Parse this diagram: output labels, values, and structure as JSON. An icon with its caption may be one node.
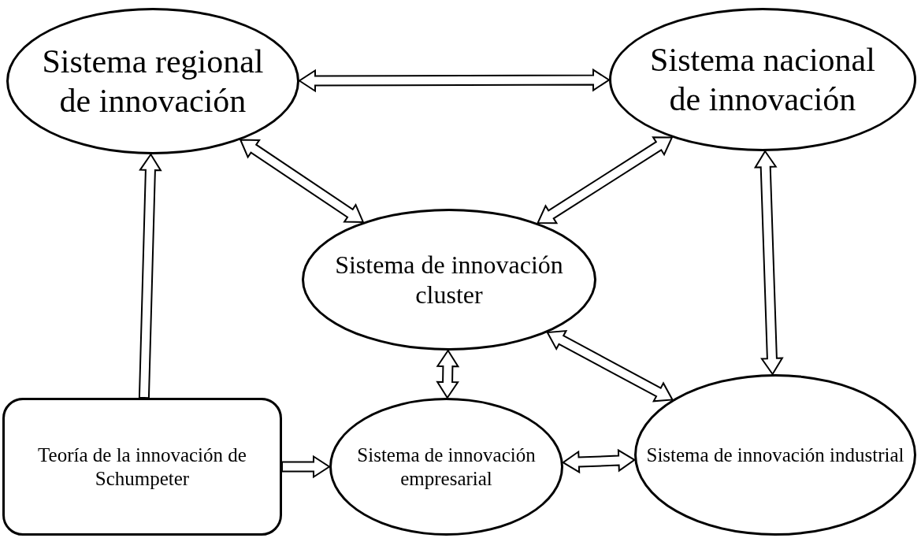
{
  "diagram": {
    "nodes": [
      {
        "text": [
          "Sistema regional de innovación"
        ]
      },
      {
        "text": [
          "Sistema nacional de innovación"
        ]
      },
      {
        "text": [
          "Sistema de innovación cluster"
        ]
      },
      {
        "text": [
          "Teoría de la innovación de Schumpeter"
        ]
      },
      {
        "text": [
          "Sistema de innovación empresarial"
        ]
      },
      {
        "text": [
          "Sistema de innovación industrial"
        ]
      }
    ],
    "edges": [
      {
        "from": 0,
        "to": 1,
        "arrow": "both"
      },
      {
        "from": 0,
        "to": 2,
        "arrow": "both"
      },
      {
        "from": 1,
        "to": 2,
        "arrow": "both"
      },
      {
        "from": 3,
        "to": 0,
        "arrow": "to"
      },
      {
        "from": 1,
        "to": 5,
        "arrow": "both"
      },
      {
        "from": 2,
        "to": 4,
        "arrow": "both"
      },
      {
        "from": 2,
        "to": 5,
        "arrow": "both"
      },
      {
        "from": 3,
        "to": 4,
        "arrow": "to"
      },
      {
        "from": 4,
        "to": 5,
        "arrow": "both"
      }
    ]
  }
}
